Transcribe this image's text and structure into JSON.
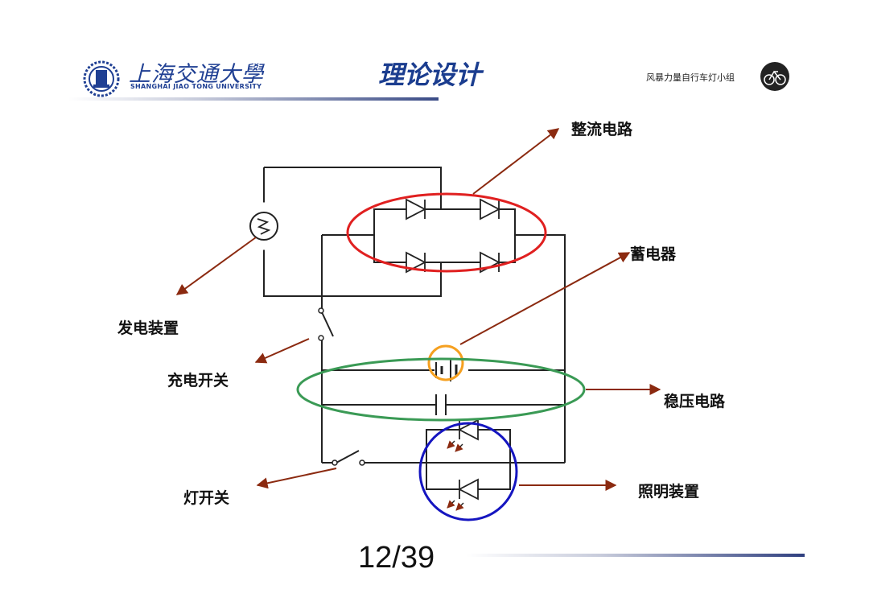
{
  "header": {
    "university_cn": "上海交通大學",
    "university_en": "SHANGHAI  JIAO TONG  UNIVERSITY",
    "title": "理论设计",
    "group_name": "风暴力量自行车灯小组"
  },
  "labels": {
    "rectifier": "整流电路",
    "battery": "蓄电器",
    "generator": "发电装置",
    "charge_switch": "充电开关",
    "regulator": "稳压电路",
    "lighting": "照明装置",
    "lamp_switch": "灯开关"
  },
  "colors": {
    "rectifier_ellipse": "#e02020",
    "battery_circle": "#f5a020",
    "regulator_ellipse": "#3a9a55",
    "lighting_circle": "#1515c0",
    "arrow": "#8b2a10",
    "brand_blue": "#1f3f93"
  },
  "footer": {
    "page_number": "12/39"
  }
}
